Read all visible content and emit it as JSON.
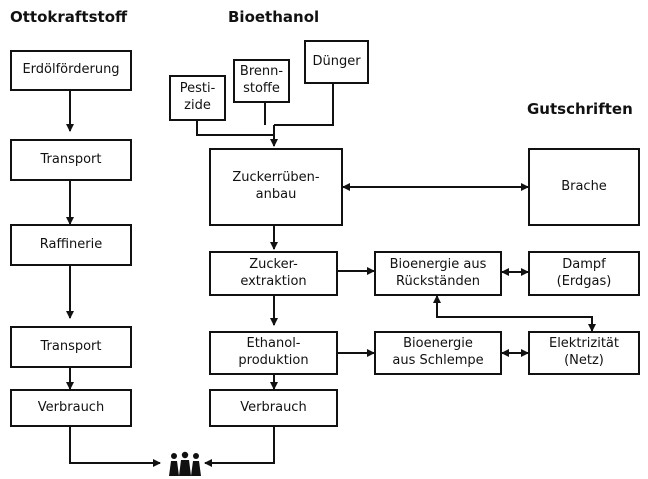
{
  "headers": {
    "otto": "Ottokraftstoff",
    "bio": "Bioethanol",
    "credits": "Gutschriften"
  },
  "otto_chain": {
    "extraction": "Erdölförderung",
    "transport1": "Transport",
    "refinery": "Raffinerie",
    "transport2": "Transport",
    "consumption": "Verbrauch"
  },
  "bio_inputs": {
    "pesticides": "Pesti-\nzide",
    "fuels": "Brenn-\nstoffe",
    "fertilizer": "Dünger"
  },
  "bio_chain": {
    "cultivation": "Zuckerrüben-\nanbau",
    "extraction": "Zucker-\nextraktion",
    "production": "Ethanol-\nproduktion",
    "consumption": "Verbrauch"
  },
  "credits": {
    "fallow": "Brache",
    "bio_residues": "Bioenergie aus\nRückständen",
    "steam": "Dampf\n(Erdgas)",
    "bio_vinasse": "Bioenergie\naus Schlempe",
    "electricity": "Elektrizität\n(Netz)"
  }
}
